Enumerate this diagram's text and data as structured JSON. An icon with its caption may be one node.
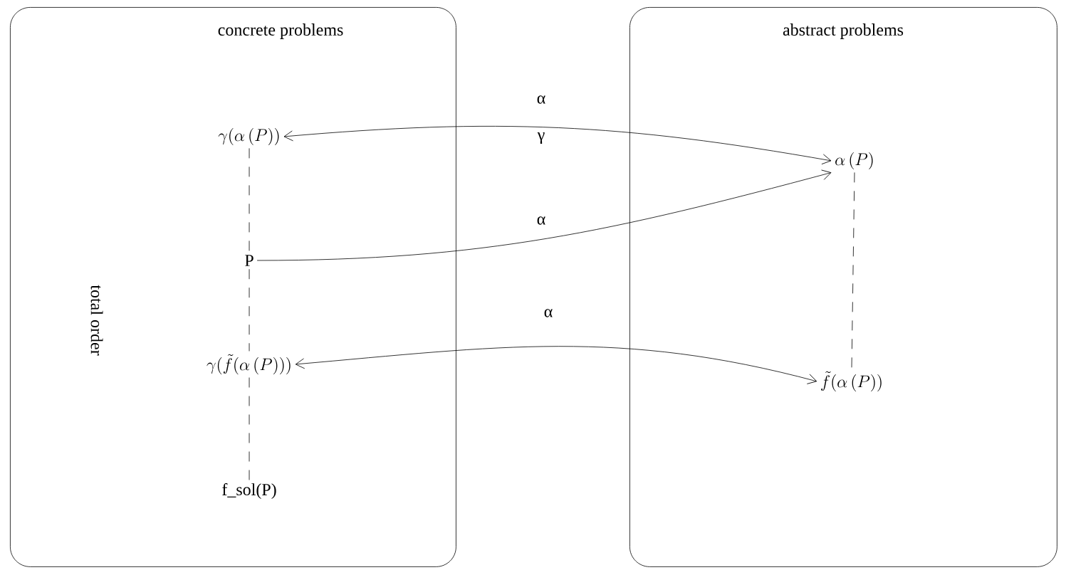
{
  "diagram": {
    "nodes": [
      {
        "text": [
          "concrete problems"
        ]
      },
      {
        "text": [
          "\\gamma(\\alpha\\,(P))"
        ],
        "in": 0
      },
      {
        "text": [
          "P"
        ],
        "in": 0
      },
      {
        "text": [
          "\\gamma(\\tilde{f}(\\alpha\\,(P)))"
        ],
        "in": 0
      },
      {
        "text": [
          "f_sol(P)"
        ],
        "in": 0
      },
      {
        "text": [
          "abstract problems"
        ]
      },
      {
        "text": [
          "\\alpha\\,(P)"
        ],
        "in": 5
      },
      {
        "text": [
          "\\tilde{f}(\\alpha\\,(P))"
        ],
        "in": 5
      }
    ],
    "edges": [
      {
        "from": 6,
        "to": 1,
        "arrow": "both",
        "label": "α"
      },
      {
        "from": 2,
        "to": 6,
        "arrow": "to",
        "label": "α"
      },
      {
        "from": 7,
        "to": 3,
        "arrow": "both",
        "label": "α"
      },
      {
        "from": 1,
        "to": 2,
        "arrow": "none",
        "style": "dashed"
      },
      {
        "from": 2,
        "to": 3,
        "arrow": "none",
        "style": "dashed"
      },
      {
        "from": 3,
        "to": 4,
        "arrow": "none",
        "style": "dashed"
      },
      {
        "from": 6,
        "to": 7,
        "arrow": "none",
        "style": "dashed"
      }
    ],
    "labels": [
      "total order",
      "γ"
    ]
  }
}
